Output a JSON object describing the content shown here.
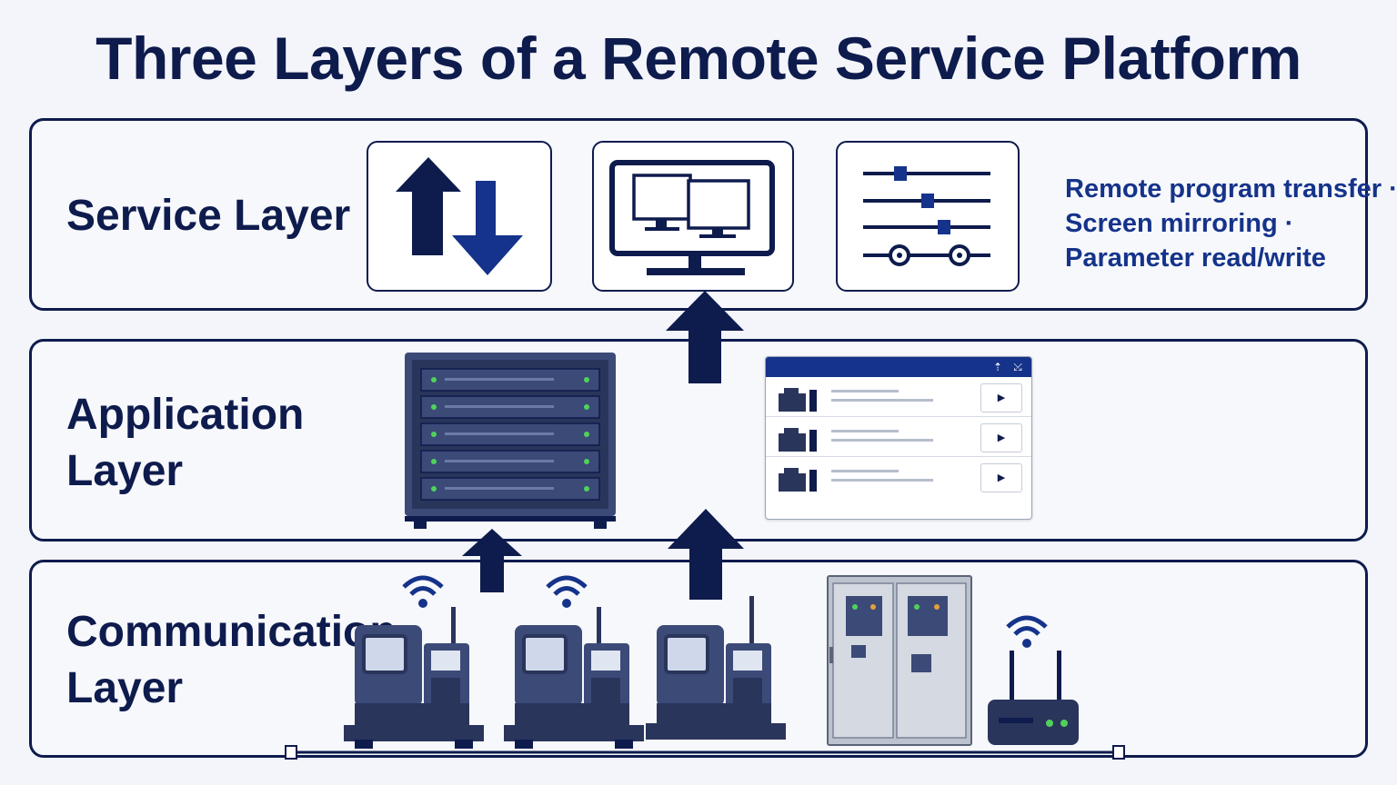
{
  "title": "Three Layers of a Remote Service Platform",
  "layers": {
    "service": {
      "label": "Service Layer",
      "features": [
        "Remote program transfer ·",
        "Screen mirroring ·",
        "Parameter read/write"
      ]
    },
    "application": {
      "label_line1": "Application",
      "label_line2": "Layer",
      "hmi_controls": [
        "⇡",
        "⤩"
      ],
      "hmi_play": "▶"
    },
    "communication": {
      "label_line1": "Communication",
      "label_line2": "Layer"
    }
  },
  "icons": [
    "transfer-arrows-icon",
    "screen-mirroring-icon",
    "parameter-sliders-icon",
    "server-rack-icon",
    "hmi-dashboard-icon",
    "cnc-machine-icon",
    "wifi-icon",
    "control-cabinet-icon",
    "router-icon"
  ],
  "colors": {
    "navy": "#0e1b4d",
    "blue": "#15338a",
    "background": "#f3f5fa",
    "led_green": "#4fd25a"
  }
}
